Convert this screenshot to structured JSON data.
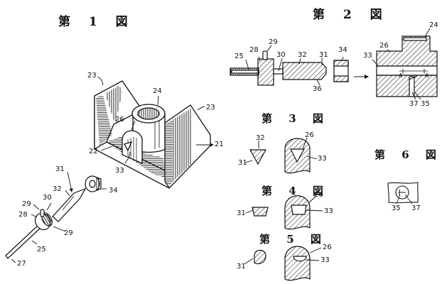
{
  "figures": {
    "fig1": {
      "title": "第 1 図",
      "labels": {
        "l21": "21",
        "l22": "22",
        "l23a": "23",
        "l23b": "23",
        "l24": "24",
        "l25": "25",
        "l26": "26",
        "l27": "27",
        "l28": "28",
        "l29a": "29",
        "l29b": "29",
        "l30": "30",
        "l31": "31",
        "l32": "32",
        "l33": "33",
        "l34": "34"
      }
    },
    "fig2": {
      "title": "第 2 図",
      "labels": {
        "l25": "25",
        "l28": "28",
        "l29": "29",
        "l30": "30",
        "l32": "32",
        "l31": "31",
        "l34": "34",
        "l36": "36",
        "l26": "26",
        "l24": "24",
        "l33": "33",
        "l37": "37",
        "l35": "35",
        "a_left": "A",
        "a_right": "A"
      }
    },
    "fig3": {
      "title": "第 3 図",
      "labels": {
        "l32": "32",
        "l31": "31",
        "l26": "26",
        "l33": "33"
      }
    },
    "fig4": {
      "title": "第 4 図",
      "labels": {
        "l31": "31",
        "l26": "26",
        "l33": "33"
      }
    },
    "fig5": {
      "title": "第 5 図",
      "labels": {
        "l31": "31",
        "l26": "26",
        "l33": "33"
      }
    },
    "fig6": {
      "title": "第 6 図",
      "labels": {
        "l35": "35",
        "l37": "37"
      }
    }
  }
}
